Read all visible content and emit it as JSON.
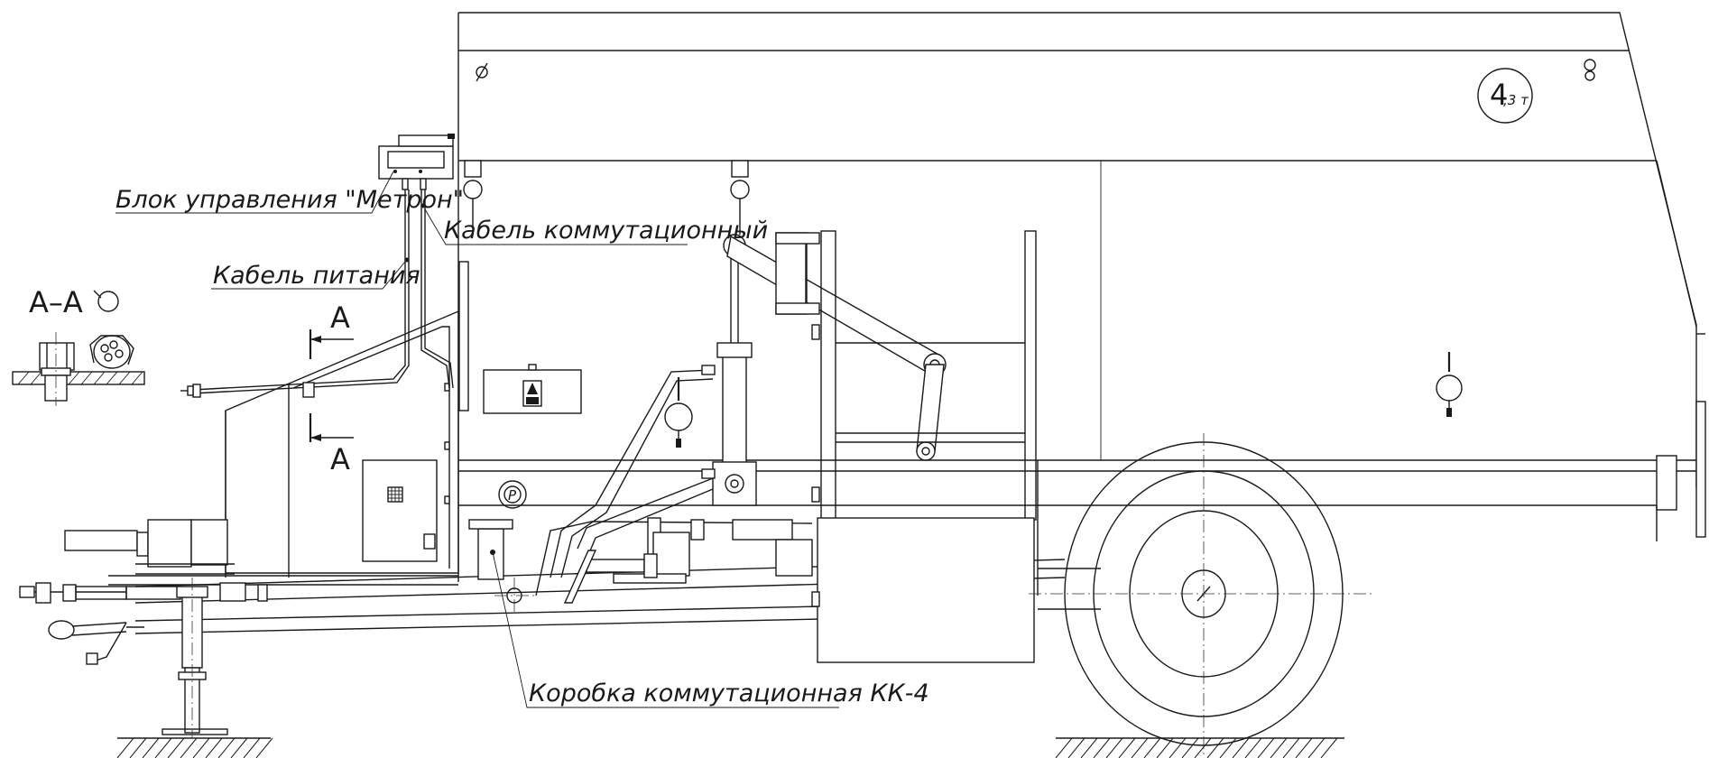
{
  "labels": {
    "control_unit": "Блок управления \"Метрон\"",
    "switching_cable": "Кабель коммутационный",
    "power_cable": "Кабель питания",
    "switching_box": "Коробка коммутационная КК-4"
  },
  "section": {
    "title": "А–А",
    "mark_top": "А",
    "mark_bottom": "А"
  },
  "capacity_badge": {
    "value": "4",
    "unit": ",3 т"
  }
}
